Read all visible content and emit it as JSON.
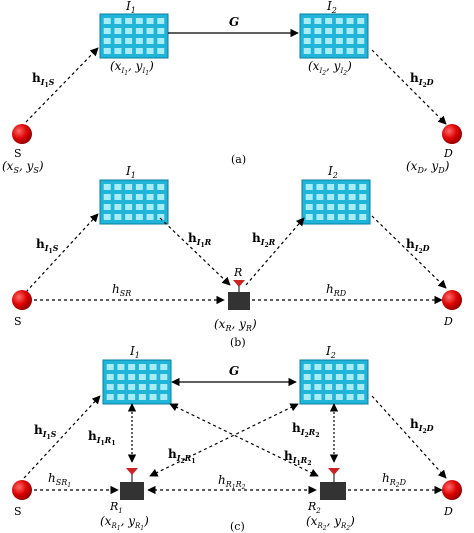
{
  "panels": {
    "a": {
      "caption": "(a)",
      "irs1_label": "I",
      "irs1_sub": "1",
      "irs2_label": "I",
      "irs2_sub": "2",
      "irs1_coord": "(x",
      "irs1_coord_sub_x": "I",
      "irs1_coord_sub_x2": "1",
      "irs1_coord_mid": ", y",
      "irs1_coord_sub_y": "I",
      "irs1_coord_sub_y2": "1",
      "irs1_coord_end": ")",
      "irs2_coord": "(x",
      "irs2_coord_sub_x": "I",
      "irs2_coord_sub_x2": "2",
      "irs2_coord_mid": ", y",
      "irs2_coord_sub_y": "I",
      "irs2_coord_sub_y2": "2",
      "irs2_coord_end": ")",
      "G": "G",
      "h_i1s": "h",
      "h_i1s_sub": "I",
      "h_i1s_sub2": "1",
      "h_i1s_sub3": "S",
      "h_i2d": "h",
      "h_i2d_sub": "I",
      "h_i2d_sub2": "2",
      "h_i2d_sub3": "D",
      "S": "S",
      "S_coord": "(x",
      "S_coord_sub": "S",
      "S_coord_mid": ", y",
      "S_coord_sub2": "S",
      "S_coord_end": ")",
      "D": "D",
      "D_coord": "(x",
      "D_coord_sub": "D",
      "D_coord_mid": ", y",
      "D_coord_sub2": "D",
      "D_coord_end": ")"
    },
    "b": {
      "caption": "(b)",
      "I1": "I",
      "I1_sub": "1",
      "I2": "I",
      "I2_sub": "2",
      "h_i1s": "h",
      "h_i1s_sub": "I",
      "h_i1s_sub2": "1",
      "h_i1s_sub3": "S",
      "h_i1r": "h",
      "h_i1r_sub": "I",
      "h_i1r_sub2": "1",
      "h_i1r_sub3": "R",
      "h_i2r": "h",
      "h_i2r_sub": "I",
      "h_i2r_sub2": "2",
      "h_i2r_sub3": "R",
      "h_i2d": "h",
      "h_i2d_sub": "I",
      "h_i2d_sub2": "2",
      "h_i2d_sub3": "D",
      "h_sr": "h",
      "h_sr_sub": "SR",
      "h_rd": "h",
      "h_rd_sub": "RD",
      "R": "R",
      "R_coord": "(x",
      "R_coord_sub": "R",
      "R_coord_mid": ", y",
      "R_coord_sub2": "R",
      "R_coord_end": ")",
      "S": "S",
      "D": "D"
    },
    "c": {
      "caption": "(c)",
      "I1": "I",
      "I1_sub": "1",
      "I2": "I",
      "I2_sub": "2",
      "G": "G",
      "h_i1s": "h",
      "h_i1s_sub": "I",
      "h_i1s_sub2": "1",
      "h_i1s_sub3": "S",
      "h_i1r1": "h",
      "h_i1r1_sub": "I",
      "h_i1r1_sub2": "1",
      "h_i1r1_sub3": "R",
      "h_i1r1_sub4": "1",
      "h_i2r1": "h",
      "h_i2r1_sub": "I",
      "h_i2r1_sub2": "2",
      "h_i2r1_sub3": "R",
      "h_i2r1_sub4": "1",
      "h_i2r2": "h",
      "h_i2r2_sub": "I",
      "h_i2r2_sub2": "2",
      "h_i2r2_sub3": "R",
      "h_i2r2_sub4": "2",
      "h_i1r2": "h",
      "h_i1r2_sub": "I",
      "h_i1r2_sub2": "1",
      "h_i1r2_sub3": "R",
      "h_i1r2_sub4": "2",
      "h_i2d": "h",
      "h_i2d_sub": "I",
      "h_i2d_sub2": "2",
      "h_i2d_sub3": "D",
      "h_sr1": "h",
      "h_sr1_sub": "SR",
      "h_sr1_sub2": "1",
      "h_r1r2": "h",
      "h_r1r2_sub": "R",
      "h_r1r2_sub2": "1",
      "h_r1r2_sub3": "R",
      "h_r1r2_sub4": "2",
      "h_r2d": "h",
      "h_r2d_sub": "R",
      "h_r2d_sub2": "2",
      "h_r2d_sub3": "D",
      "R1": "R",
      "R1_sub": "1",
      "R2": "R",
      "R2_sub": "2",
      "R1_coord": "(x",
      "R1_cs1": "R",
      "R1_cs2": "1",
      "R1_mid": ", y",
      "R1_cs3": "R",
      "R1_cs4": "1",
      "R1_end": ")",
      "R2_coord": "(x",
      "R2_cs1": "R",
      "R2_cs2": "2",
      "R2_mid": ", y",
      "R2_cs3": "R",
      "R2_cs4": "2",
      "R2_end": ")",
      "S": "S",
      "D": "D"
    }
  },
  "colors": {
    "irs_fill": "#1fb4d8",
    "irs_cell": "#a8ecf8",
    "node_red": "#cc0000",
    "relay_body": "#333333",
    "antenna": "#cc2222"
  }
}
